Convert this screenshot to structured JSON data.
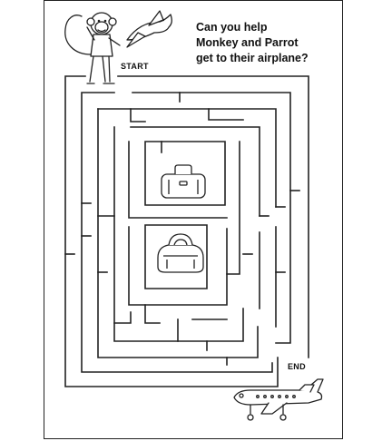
{
  "puzzle": {
    "prompt_lines": [
      "Can you help",
      "Monkey and Parrot",
      "get to their airplane?"
    ],
    "start_label": "START",
    "end_label": "END"
  },
  "icons": {
    "characters": [
      "monkey-icon",
      "parrot-icon"
    ],
    "items": [
      "suitcase-icon",
      "duffel-bag-icon"
    ],
    "goal": "airplane-icon"
  },
  "colors": {
    "line": "#222222",
    "background": "#ffffff"
  }
}
